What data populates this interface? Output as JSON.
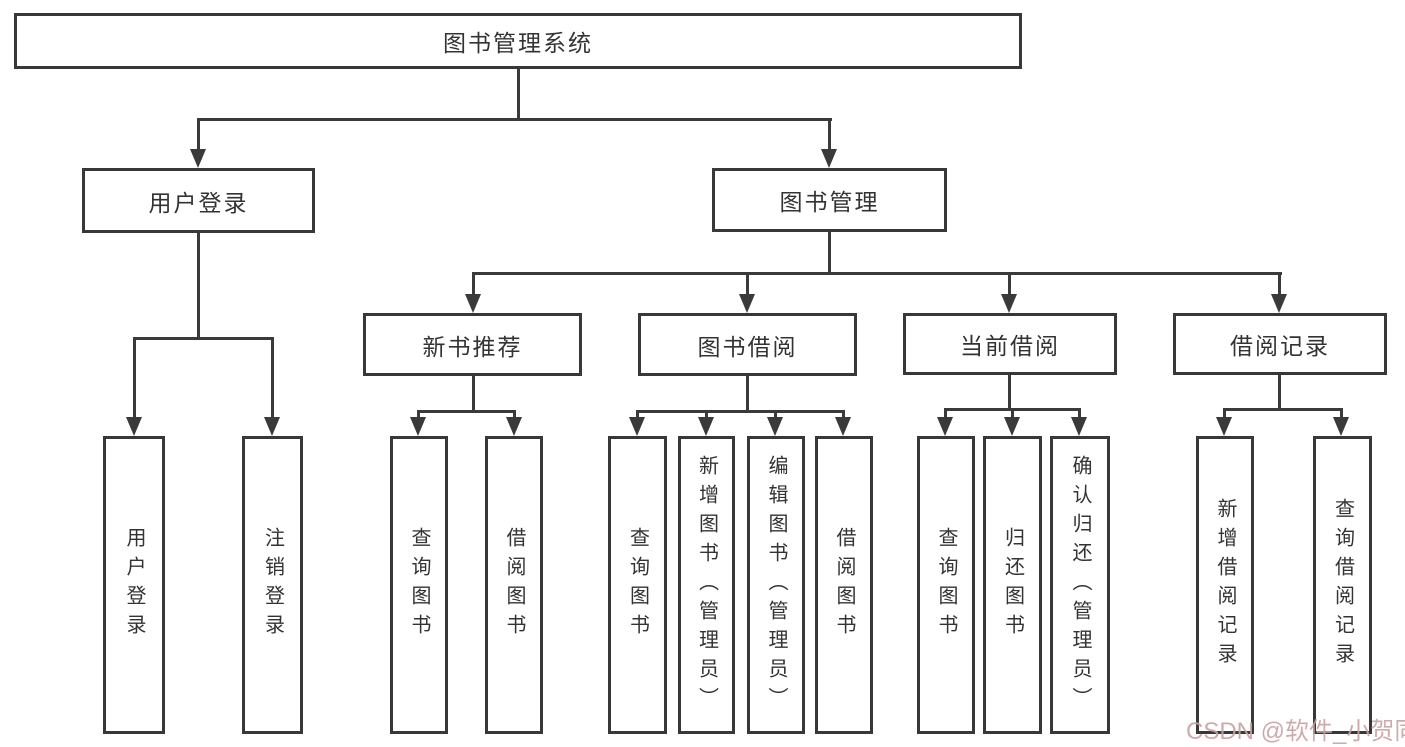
{
  "nodes": {
    "root": {
      "label": "图书管理系统"
    },
    "level2": [
      {
        "label": "用户登录"
      },
      {
        "label": "图书管理"
      }
    ],
    "level3": [
      {
        "label": "新书推荐",
        "parent": "图书管理"
      },
      {
        "label": "图书借阅",
        "parent": "图书管理"
      },
      {
        "label": "当前借阅",
        "parent": "图书管理"
      },
      {
        "label": "借阅记录",
        "parent": "图书管理"
      }
    ],
    "leaves": [
      {
        "label": "用户登录",
        "parent": "用户登录"
      },
      {
        "label": "注销登录",
        "parent": "用户登录"
      },
      {
        "label": "查询图书",
        "parent": "新书推荐"
      },
      {
        "label": "借阅图书",
        "parent": "新书推荐"
      },
      {
        "label": "查询图书",
        "parent": "图书借阅"
      },
      {
        "label": "新增图书（管理员）",
        "parent": "图书借阅"
      },
      {
        "label": "编辑图书（管理员）",
        "parent": "图书借阅"
      },
      {
        "label": "借阅图书",
        "parent": "图书借阅"
      },
      {
        "label": "查询图书",
        "parent": "当前借阅"
      },
      {
        "label": "归还图书",
        "parent": "当前借阅"
      },
      {
        "label": "确认归还（管理员）",
        "parent": "当前借阅"
      },
      {
        "label": "新增借阅记录",
        "parent": "借阅记录"
      },
      {
        "label": "查询借阅记录",
        "parent": "借阅记录"
      }
    ]
  },
  "watermark": {
    "text": "CSDN @软件_小贺同学"
  },
  "colors": {
    "line": "#3a3a3a",
    "box_border": "#383838",
    "text": "#333333",
    "watermark": "#c9a2a2",
    "background": "#ffffff"
  }
}
